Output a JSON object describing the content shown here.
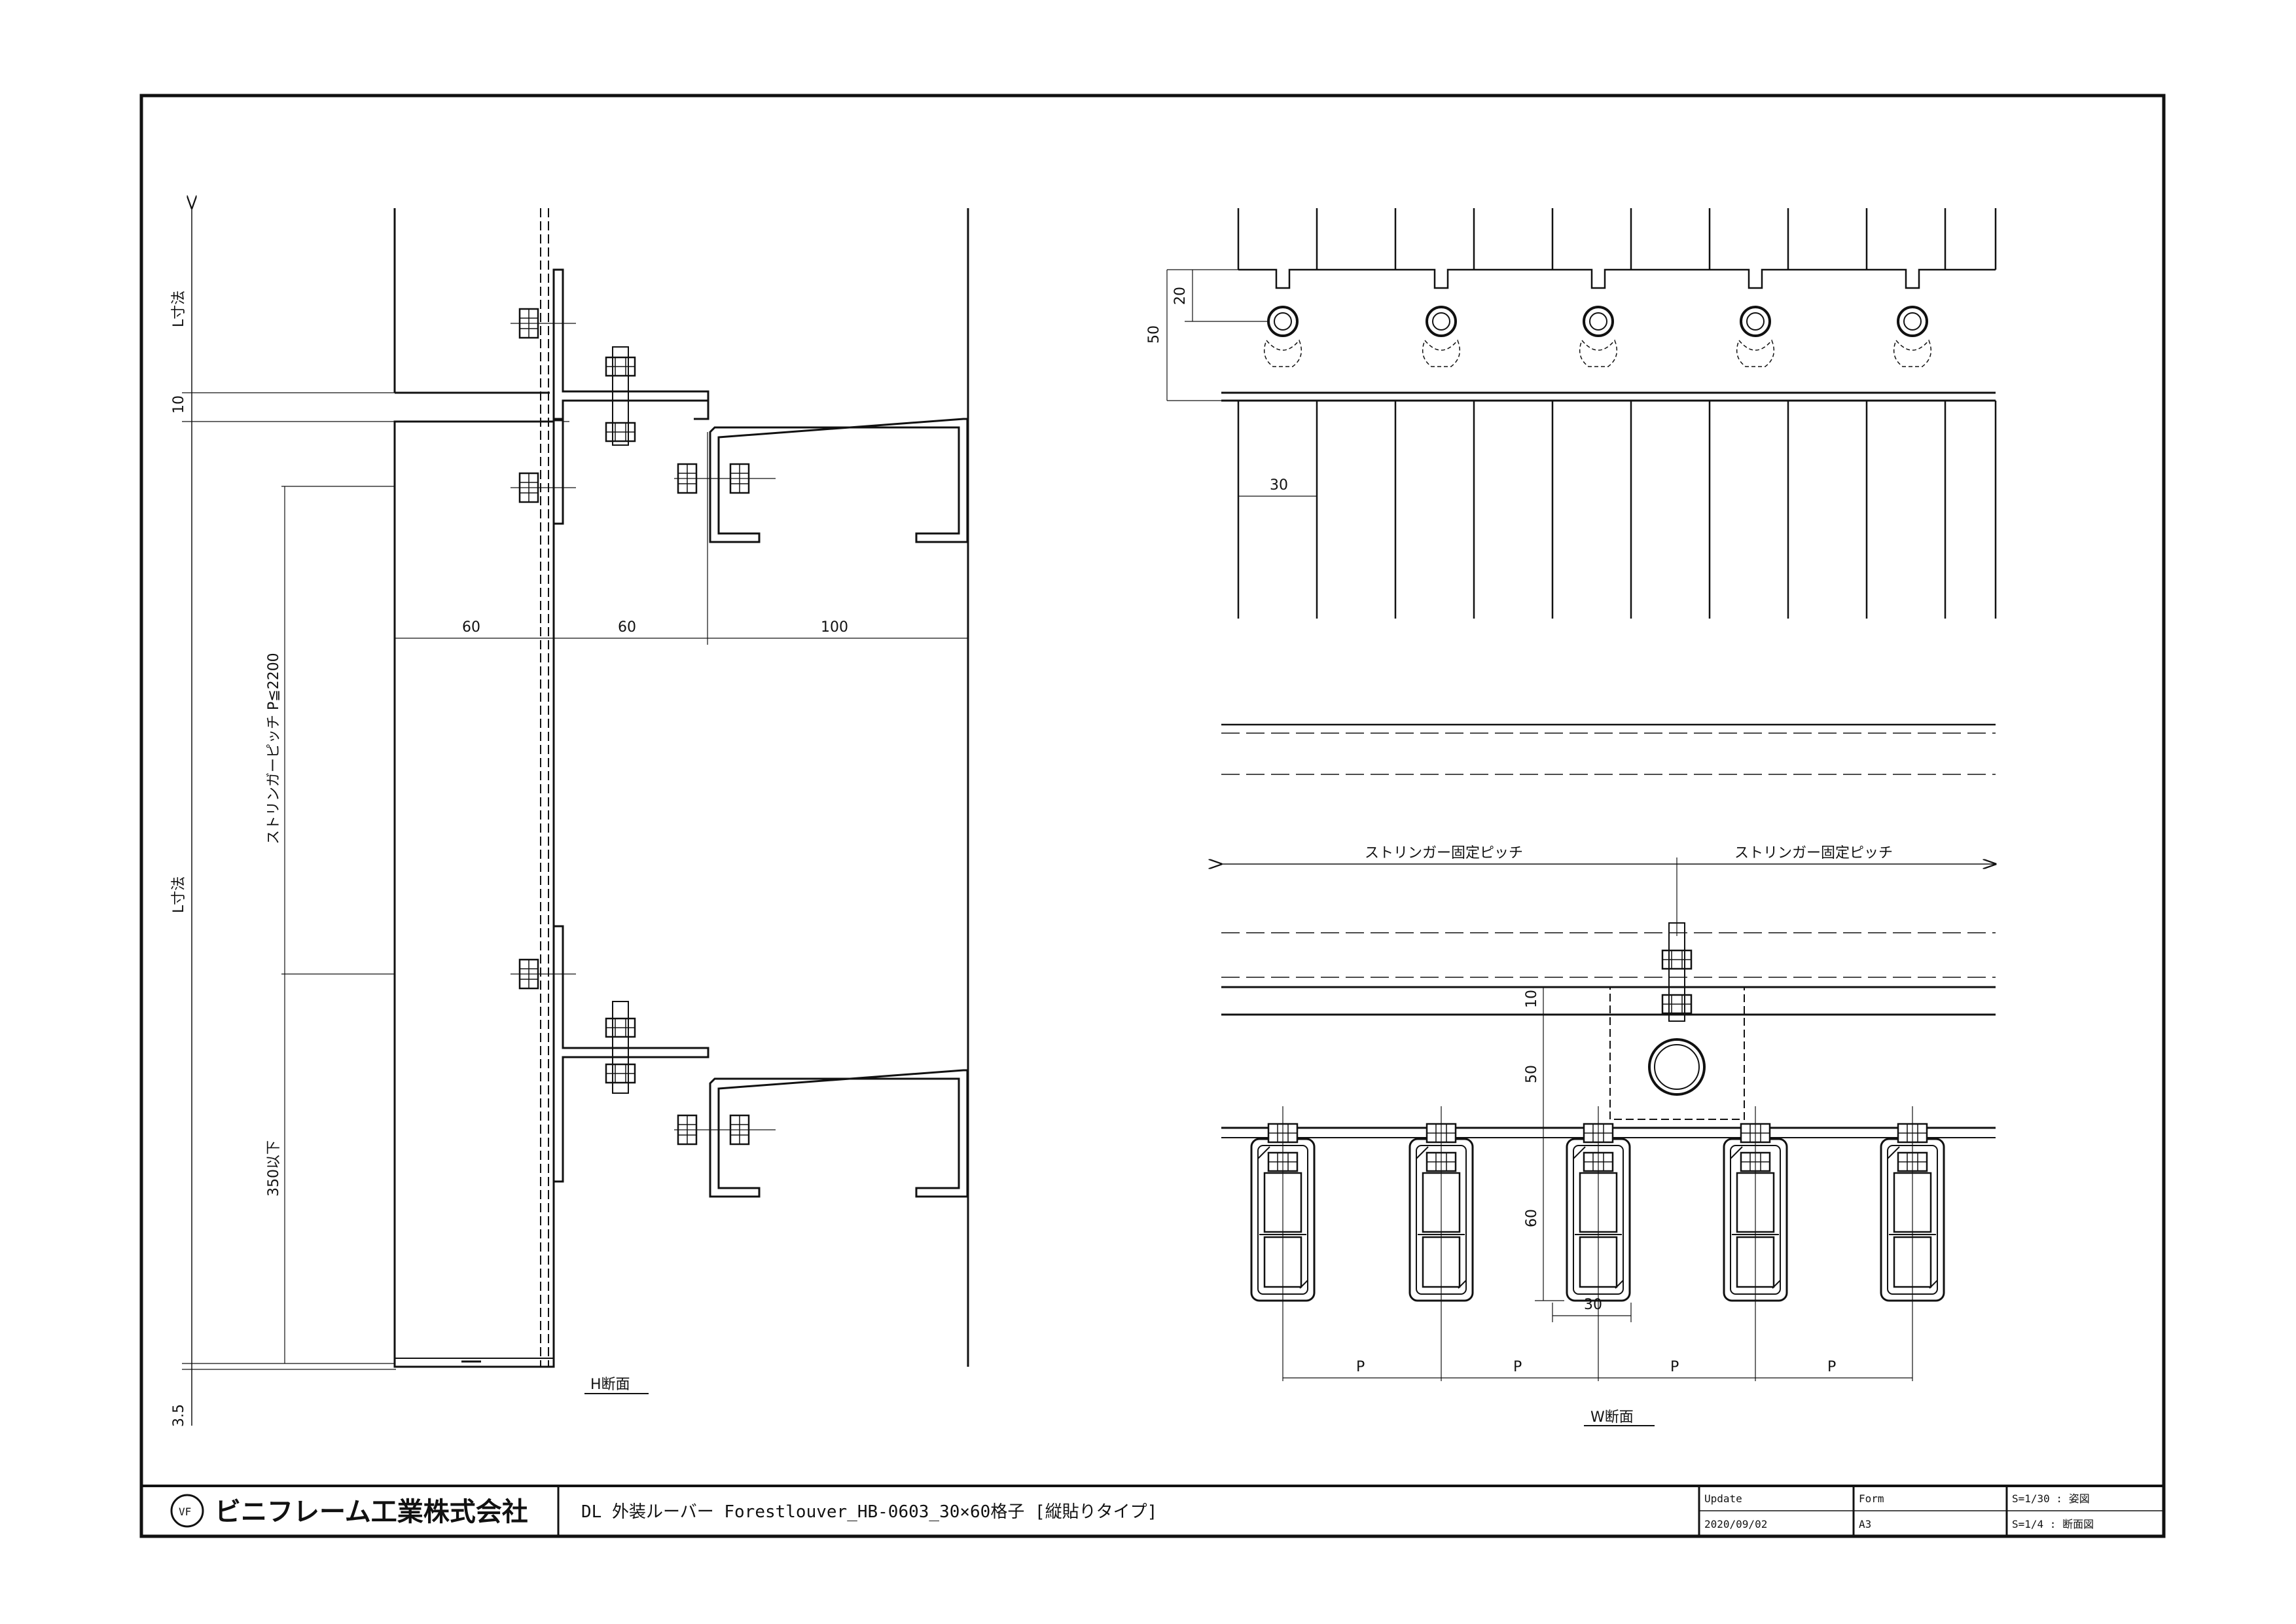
{
  "drawing": {
    "left": {
      "dims": {
        "l_top": "L寸法",
        "ten": "10",
        "pitch": "ストリンガーピッチ P≦2200",
        "l_main": "L寸法",
        "d350": "350以下",
        "d35": "3.5",
        "w60a": "60",
        "w60b": "60",
        "w100": "100"
      },
      "section_label": "H断面"
    },
    "right_top": {
      "dims": {
        "d20": "20",
        "d50": "50",
        "d30": "30"
      }
    },
    "right_bottom": {
      "pitch_left": "ストリンガー固定ピッチ",
      "pitch_right": "ストリンガー固定ピッチ",
      "dims": {
        "d10": "10",
        "d50": "50",
        "d60": "60",
        "d30": "30"
      },
      "pitch_labels": [
        "P",
        "P",
        "P",
        "P"
      ],
      "section_label": "W断面"
    }
  },
  "title_block": {
    "company": "ビニフレーム工業株式会社",
    "logo_mark": "VF",
    "title": "DL 外装ルーバー Forestlouver_HB-0603_30×60格子 [縦貼りタイプ]",
    "update_label": "Update",
    "update_value": "2020/09/02",
    "form_label": "Form",
    "form_value": "A3",
    "scale_1": "S=1/30 : 姿図",
    "scale_2": "S=1/4  : 断面図"
  }
}
